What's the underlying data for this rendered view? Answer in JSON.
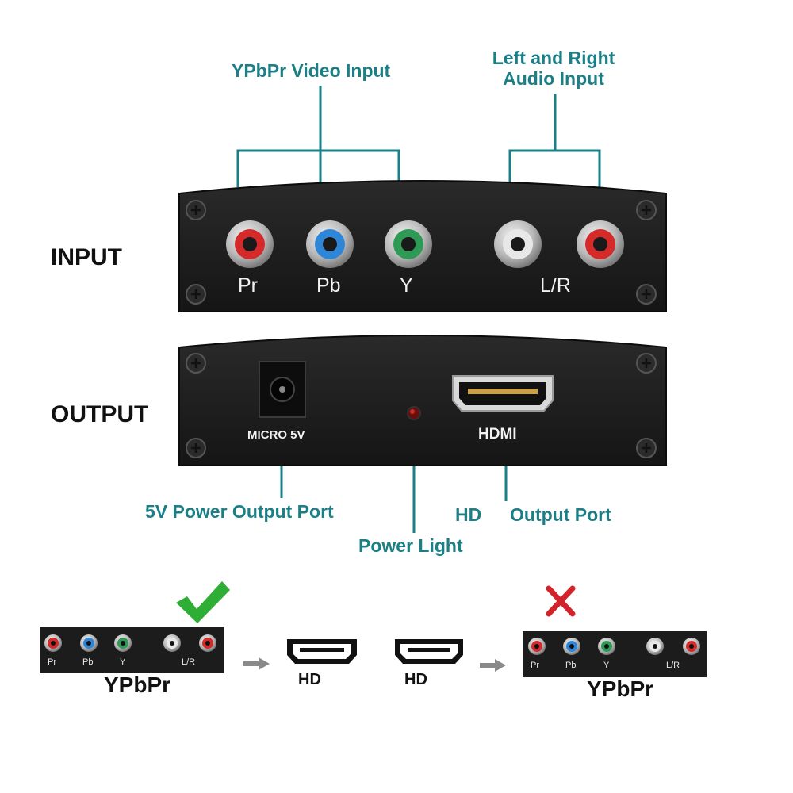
{
  "callouts": {
    "ypbpr_video_input": "YPbPr Video Input",
    "audio_input_line1": "Left and Right",
    "audio_input_line2": "Audio Input",
    "power_output_port": "5V Power Output Port",
    "power_light": "Power Light",
    "hd": "HD",
    "output_port": "Output Port"
  },
  "labels": {
    "input": "INPUT",
    "output": "OUTPUT"
  },
  "input_panel": {
    "pr": "Pr",
    "pb": "Pb",
    "y": "Y",
    "lr": "L/R"
  },
  "output_panel": {
    "micro5v": "MICRO 5V",
    "hdmi": "HDMI"
  },
  "bottom": {
    "left_mini": {
      "pr": "Pr",
      "pb": "Pb",
      "y": "Y",
      "lr": "L/R"
    },
    "right_mini": {
      "pr": "Pr",
      "pb": "Pb",
      "y": "Y",
      "lr": "L/R"
    },
    "ypbpr_left": "YPbPr",
    "ypbpr_right": "YPbPr",
    "hd_left": "HD",
    "hd_right": "HD"
  },
  "colors": {
    "teal": "#1a7f86",
    "panel": "#1c1c1c",
    "red_jack": "#d42a2a",
    "blue_jack": "#2f86d8",
    "green_jack": "#2f9a55",
    "white_jack": "#e8e8e8",
    "check": "#2eae35",
    "cross": "#d3232a"
  },
  "icons": {
    "valid": "check-mark-icon",
    "invalid": "cross-mark-icon",
    "arrow": "right-arrow-icon"
  }
}
